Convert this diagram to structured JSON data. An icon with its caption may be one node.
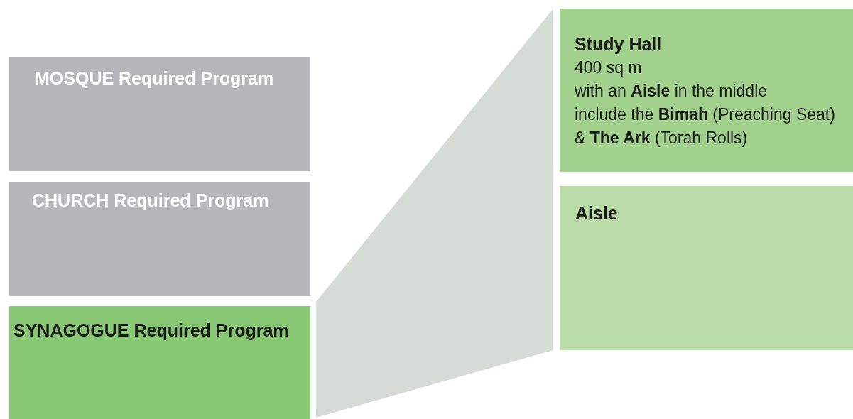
{
  "diagram": {
    "nodes": [
      {
        "text": [
          "MOSQUE Required Program"
        ]
      },
      {
        "text": [
          "CHURCH Required Program"
        ]
      },
      {
        "text": [
          "SYNAGOGUE Required Program"
        ]
      },
      {
        "text": [
          "Study Hall",
          "400 sq m",
          "with an **Aisle** in the middle",
          "include the **Bimah** (Preaching Seat) & **The Ark** (Torah Rolls)"
        ]
      },
      {
        "text": [
          "Aisle"
        ]
      },
      {
        "text": [],
        "shape": "trapezoid"
      }
    ]
  }
}
